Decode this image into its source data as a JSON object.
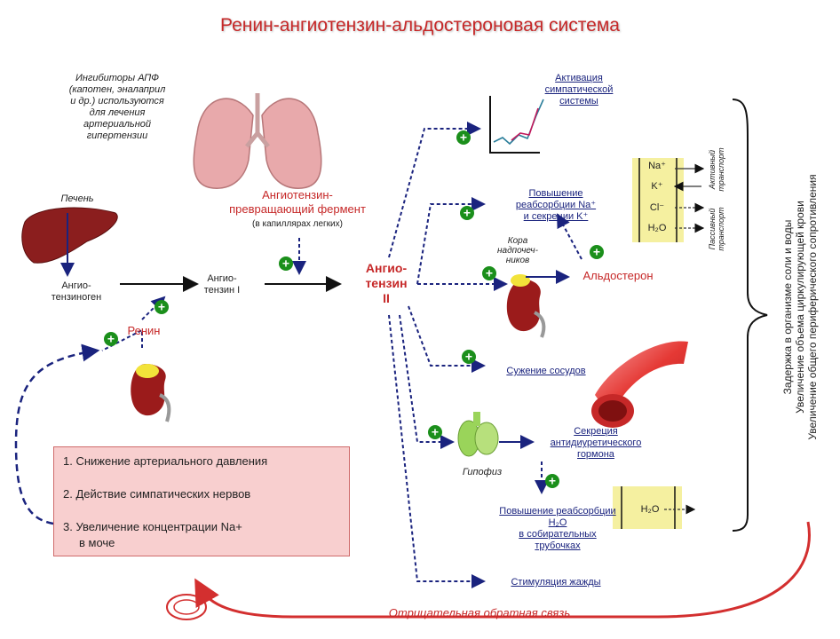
{
  "title": "Ренин-ангиотензин-альдостероновая система",
  "ace_inhibitors": {
    "lines": [
      "Ингибиторы АПФ",
      "(капотен, эналаприл",
      "и др.) используются",
      "для лечения",
      "артериальной",
      "гипертензии"
    ]
  },
  "liver_label": "Печень",
  "angiotensinogen": [
    "Ангио-",
    "тензиноген"
  ],
  "angiotensin_1": [
    "Ангио-",
    "тензин I"
  ],
  "ace": {
    "lines": [
      "Ангиотензин-",
      "превращающий фермент"
    ],
    "sub": "(в капиллярах легких)"
  },
  "angiotensin_2": [
    "Ангио-",
    "тензин",
    "II"
  ],
  "renin": "Ренин",
  "effects": {
    "sympathetic": [
      "Активация",
      "симпатической",
      "системы"
    ],
    "reabsorption": [
      "Повышение",
      "реабсорбции Na⁺",
      "и секреции K⁺"
    ],
    "adrenal_cortex": [
      "Кора",
      "надпочеч-",
      "ников"
    ],
    "aldosterone": "Альдостерон",
    "vasoconstriction": "Сужение сосудов",
    "pituitary": "Гипофиз",
    "adh": [
      "Секреция",
      "антидиуретического",
      "гормона"
    ],
    "water_reabsorption": [
      "Повышение  реабсорбции",
      "H₂O",
      "в собирательных",
      "трубочках"
    ],
    "thirst": "Стимуляция жажды"
  },
  "ions": {
    "na": "Na⁺",
    "k": "K⁺",
    "cl": "Cl⁻",
    "h2o": "H₂O",
    "h2o_2": "H₂O"
  },
  "transport": {
    "active": [
      "Активный",
      "транспорт"
    ],
    "passive": [
      "Пассивный",
      "транспорт"
    ]
  },
  "outcomes": [
    "Задержка в организме соли и воды",
    "Увеличение объема циркулирующей крови",
    "Увеличение общего периферического сопротивления"
  ],
  "triggers": [
    "1. Снижение артериального давления",
    "2. Действие симпатических нервов",
    "3. Увеличение концентрации Na+",
    "в моче"
  ],
  "feedback": "Отрицательная обратная связь",
  "plus_sign": "+",
  "colors": {
    "title": "#c62828",
    "arrow": "#1a237e",
    "plus": "#1b8f1b",
    "box_fill": "#f8cfcf",
    "feedback": "#d32f2f"
  }
}
